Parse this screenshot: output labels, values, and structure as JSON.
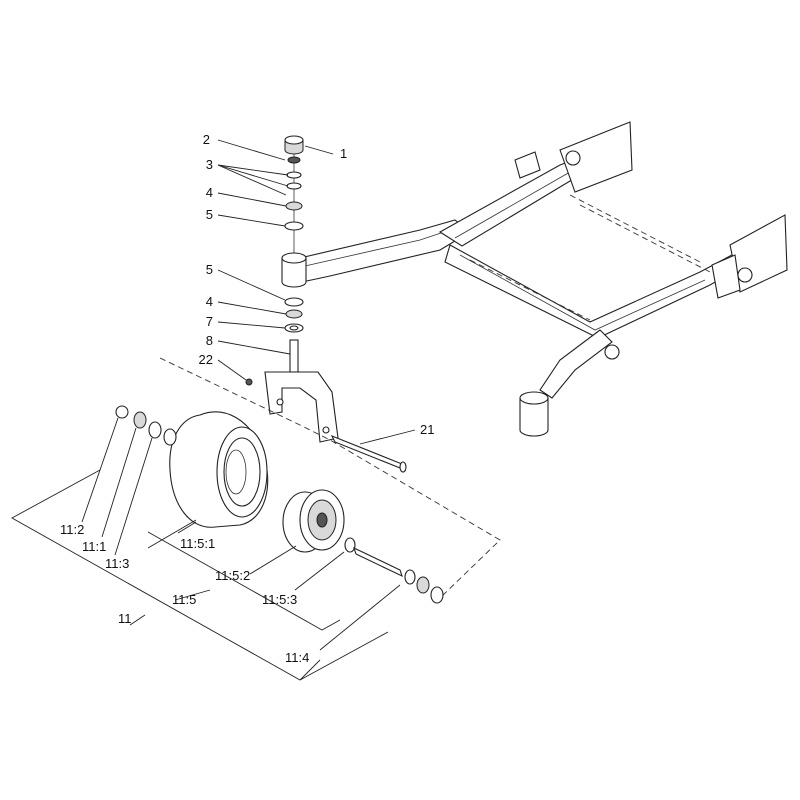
{
  "callouts": {
    "c1": "1",
    "c2": "2",
    "c3": "3",
    "c4a": "4",
    "c5a": "5",
    "c5b": "5",
    "c4b": "4",
    "c7": "7",
    "c8": "8",
    "c22": "22",
    "c21": "21",
    "c11_2": "11:2",
    "c11_1": "11:1",
    "c11_3": "11:3",
    "c11_5_1": "11:5:1",
    "c11_5_2": "11:5:2",
    "c11_5": "11:5",
    "c11_5_3": "11:5:3",
    "c11": "11",
    "c11_4": "11:4"
  }
}
